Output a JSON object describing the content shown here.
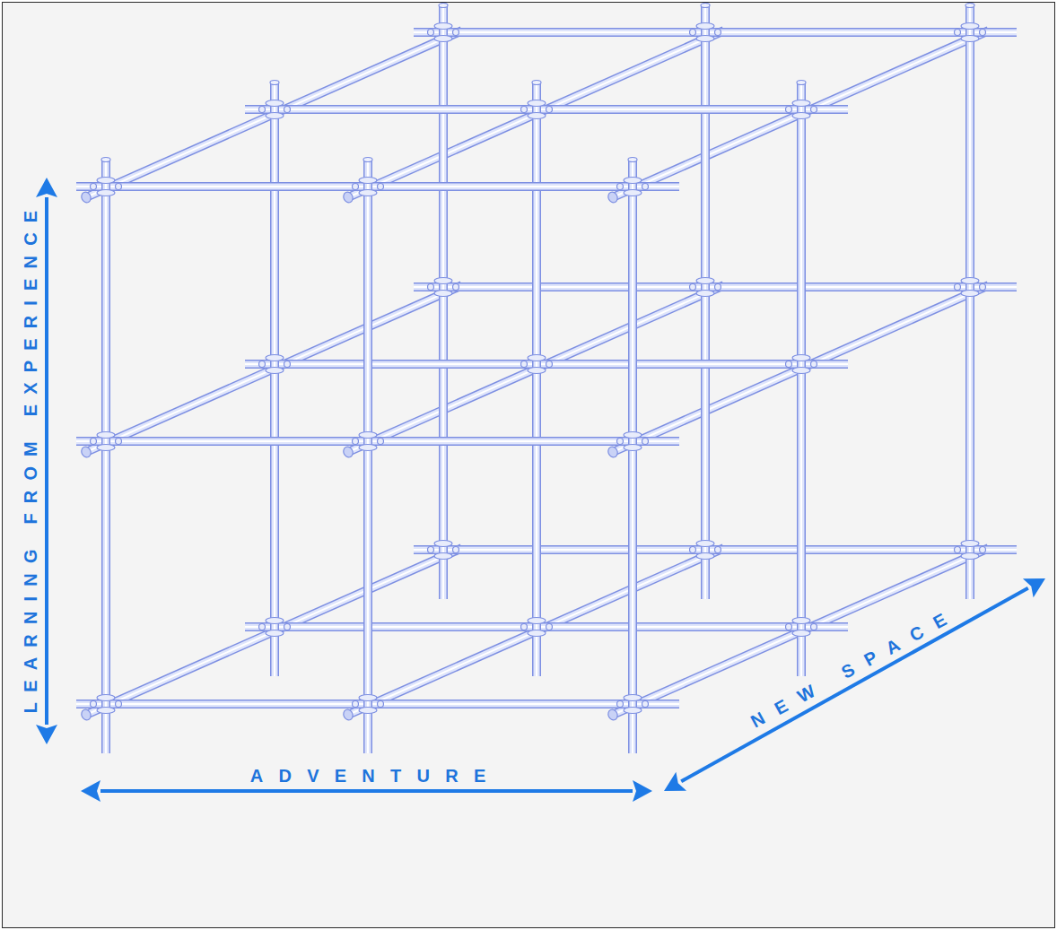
{
  "diagram": {
    "labels": [
      "LEARNING FROM EXPERIENCE",
      "ADVENTURE",
      "NEW SPACE"
    ]
  }
}
